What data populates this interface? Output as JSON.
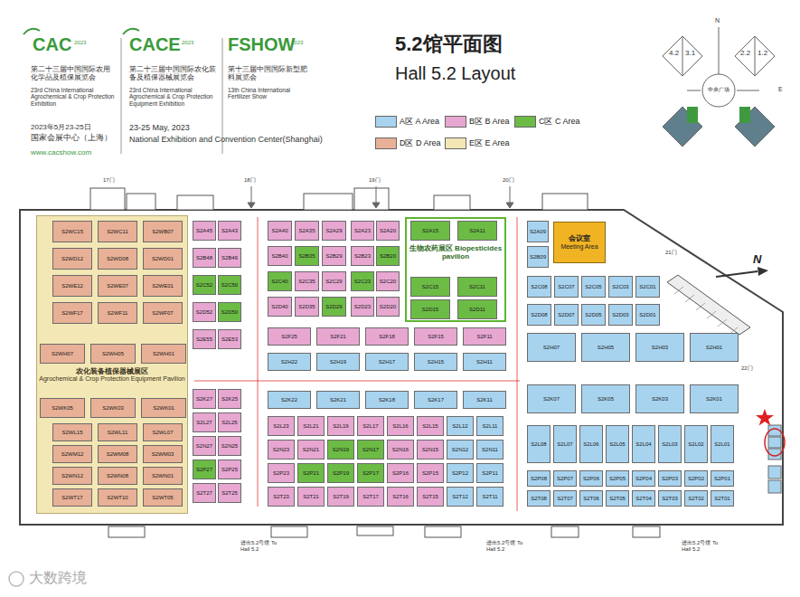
{
  "diagram": {
    "title": "5.2馆平面图",
    "nodes": [
      {
        "text": [
          "农化装备植保器械展区",
          "Agrochemical & Crop Protection Equipment Pavilion"
        ]
      },
      {
        "text": [
          "S2WC15"
        ],
        "in": 0
      },
      {
        "text": [
          "S2WC11"
        ],
        "in": 0
      },
      {
        "text": [
          "S2WB07"
        ],
        "in": 0
      },
      {
        "text": [
          "S2WD12"
        ],
        "in": 0
      },
      {
        "text": [
          "S2WD08"
        ],
        "in": 0
      },
      {
        "text": [
          "S2WD01"
        ],
        "in": 0
      },
      {
        "text": [
          "S2WE12"
        ],
        "in": 0
      },
      {
        "text": [
          "S2WE07"
        ],
        "in": 0
      },
      {
        "text": [
          "S2WE01"
        ],
        "in": 0
      },
      {
        "text": [
          "S2WF17"
        ],
        "in": 0
      },
      {
        "text": [
          "S2WF11"
        ],
        "in": 0
      },
      {
        "text": [
          "S2WF07"
        ],
        "in": 0
      },
      {
        "text": [
          "S2WH07"
        ],
        "in": 0
      },
      {
        "text": [
          "S2WH05"
        ],
        "in": 0
      },
      {
        "text": [
          "S2WH01"
        ],
        "in": 0
      },
      {
        "text": [
          "S2WK05"
        ],
        "in": 0
      },
      {
        "text": [
          "S2WK03"
        ],
        "in": 0
      },
      {
        "text": [
          "S2WK01"
        ],
        "in": 0
      },
      {
        "text": [
          "S2WL15"
        ],
        "in": 0
      },
      {
        "text": [
          "S2WL11"
        ],
        "in": 0
      },
      {
        "text": [
          "S2WL07"
        ],
        "in": 0
      },
      {
        "text": [
          "S2WM12"
        ],
        "in": 0
      },
      {
        "text": [
          "S2WM08"
        ],
        "in": 0
      },
      {
        "text": [
          "S2WM03"
        ],
        "in": 0
      },
      {
        "text": [
          "S2WN12"
        ],
        "in": 0
      },
      {
        "text": [
          "S2WN08"
        ],
        "in": 0
      },
      {
        "text": [
          "S2WN01"
        ],
        "in": 0
      },
      {
        "text": [
          "S2WT17"
        ],
        "in": 0
      },
      {
        "text": [
          "S2WT10"
        ],
        "in": 0
      },
      {
        "text": [
          "S2WT05"
        ],
        "in": 0
      },
      {
        "text": [
          "S2A45"
        ]
      },
      {
        "text": [
          "S2A43"
        ]
      },
      {
        "text": [
          "S2B48"
        ]
      },
      {
        "text": [
          "S2B46"
        ]
      },
      {
        "text": [
          "S2C52"
        ]
      },
      {
        "text": [
          "S2C50"
        ]
      },
      {
        "text": [
          "S2D52"
        ]
      },
      {
        "text": [
          "S2D50"
        ]
      },
      {
        "text": [
          "S2E55"
        ]
      },
      {
        "text": [
          "S2E53"
        ]
      },
      {
        "text": [
          "S2K27"
        ]
      },
      {
        "text": [
          "S2K25"
        ]
      },
      {
        "text": [
          "S2L27"
        ]
      },
      {
        "text": [
          "S2L25"
        ]
      },
      {
        "text": [
          "S2N27"
        ]
      },
      {
        "text": [
          "S2N25"
        ]
      },
      {
        "text": [
          "S2P27"
        ]
      },
      {
        "text": [
          "S2P25"
        ]
      },
      {
        "text": [
          "S2T27"
        ]
      },
      {
        "text": [
          "S2T25"
        ]
      },
      {
        "text": [
          "S2A40"
        ]
      },
      {
        "text": [
          "S2A35"
        ]
      },
      {
        "text": [
          "S2A29"
        ]
      },
      {
        "text": [
          "S2B40"
        ]
      },
      {
        "text": [
          "S2B35"
        ]
      },
      {
        "text": [
          "S2B29"
        ]
      },
      {
        "text": [
          "S2C40"
        ]
      },
      {
        "text": [
          "S2C35"
        ]
      },
      {
        "text": [
          "S2C29"
        ]
      },
      {
        "text": [
          "S2D40"
        ]
      },
      {
        "text": [
          "S2D35"
        ]
      },
      {
        "text": [
          "S2D29"
        ]
      },
      {
        "text": [
          "S2A23"
        ]
      },
      {
        "text": [
          "S2A20"
        ]
      },
      {
        "text": [
          "S2B23"
        ]
      },
      {
        "text": [
          "S2B20"
        ]
      },
      {
        "text": [
          "S2C23"
        ]
      },
      {
        "text": [
          "S2C20"
        ]
      },
      {
        "text": [
          "S2D23"
        ]
      },
      {
        "text": [
          "S2D20"
        ]
      },
      {
        "text": [
          "生物农药展区 Biopesticides pavilion"
        ]
      },
      {
        "text": [
          "S2A15"
        ],
        "in": 71
      },
      {
        "text": [
          "S2A11"
        ],
        "in": 71
      },
      {
        "text": [
          "S2C15"
        ],
        "in": 71
      },
      {
        "text": [
          "S2C11"
        ],
        "in": 71
      },
      {
        "text": [
          "S2D15"
        ],
        "in": 71
      },
      {
        "text": [
          "S2D11"
        ],
        "in": 71
      },
      {
        "text": [
          "S2F25"
        ]
      },
      {
        "text": [
          "S2F21"
        ]
      },
      {
        "text": [
          "S2F18"
        ]
      },
      {
        "text": [
          "S2F15"
        ]
      },
      {
        "text": [
          "S2F11"
        ]
      },
      {
        "text": [
          "S2H22"
        ]
      },
      {
        "text": [
          "S2H19"
        ]
      },
      {
        "text": [
          "S2H17"
        ]
      },
      {
        "text": [
          "S2H15"
        ]
      },
      {
        "text": [
          "S2H11"
        ]
      },
      {
        "text": [
          "S2K22"
        ]
      },
      {
        "text": [
          "S2K21"
        ]
      },
      {
        "text": [
          "S2K18"
        ]
      },
      {
        "text": [
          "S2K17"
        ]
      },
      {
        "text": [
          "S2K11"
        ]
      },
      {
        "text": [
          "S2L23"
        ]
      },
      {
        "text": [
          "S2L21"
        ]
      },
      {
        "text": [
          "S2L19"
        ]
      },
      {
        "text": [
          "S2L17"
        ]
      },
      {
        "text": [
          "S2L16"
        ]
      },
      {
        "text": [
          "S2L15"
        ]
      },
      {
        "text": [
          "S2L12"
        ]
      },
      {
        "text": [
          "S2L11"
        ]
      },
      {
        "text": [
          "S2N23"
        ]
      },
      {
        "text": [
          "S2N21"
        ]
      },
      {
        "text": [
          "S2N19"
        ]
      },
      {
        "text": [
          "S2N17"
        ]
      },
      {
        "text": [
          "S2N16"
        ]
      },
      {
        "text": [
          "S2N15"
        ]
      },
      {
        "text": [
          "S2N12"
        ]
      },
      {
        "text": [
          "S2N11"
        ]
      },
      {
        "text": [
          "S2P23"
        ]
      },
      {
        "text": [
          "S2P21"
        ]
      },
      {
        "text": [
          "S2P19"
        ]
      },
      {
        "text": [
          "S2P17"
        ]
      },
      {
        "text": [
          "S2P16"
        ]
      },
      {
        "text": [
          "S2P15"
        ]
      },
      {
        "text": [
          "S2P12"
        ]
      },
      {
        "text": [
          "S2P11"
        ]
      },
      {
        "text": [
          "S2T23"
        ]
      },
      {
        "text": [
          "S2T21"
        ]
      },
      {
        "text": [
          "S2T19"
        ]
      },
      {
        "text": [
          "S2T17"
        ]
      },
      {
        "text": [
          "S2T16"
        ]
      },
      {
        "text": [
          "S2T15"
        ]
      },
      {
        "text": [
          "S2T12"
        ]
      },
      {
        "text": [
          "S2T11"
        ]
      },
      {
        "text": [
          "会议室",
          "Meeting Area"
        ]
      },
      {
        "text": [
          "S2A09"
        ]
      },
      {
        "text": [
          "S2B09"
        ]
      },
      {
        "text": [
          "S2C08"
        ]
      },
      {
        "text": [
          "S2C07"
        ]
      },
      {
        "text": [
          "S2C05"
        ]
      },
      {
        "text": [
          "S2C03"
        ]
      },
      {
        "text": [
          "S2C01"
        ]
      },
      {
        "text": [
          "S2D08"
        ]
      },
      {
        "text": [
          "S2D07"
        ]
      },
      {
        "text": [
          "S2D05"
        ]
      },
      {
        "text": [
          "S2D03"
        ]
      },
      {
        "text": [
          "S2D01"
        ]
      },
      {
        "text": [
          "S2H07"
        ]
      },
      {
        "text": [
          "S2H05"
        ]
      },
      {
        "text": [
          "S2H03"
        ]
      },
      {
        "text": [
          "S2H01"
        ]
      },
      {
        "text": [
          "S2K07"
        ]
      },
      {
        "text": [
          "S2K05"
        ]
      },
      {
        "text": [
          "S2K03"
        ]
      },
      {
        "text": [
          "S2K01"
        ]
      },
      {
        "text": [
          "S2L08"
        ]
      },
      {
        "text": [
          "S2L07"
        ]
      },
      {
        "text": [
          "S2L06"
        ]
      },
      {
        "text": [
          "S2L05"
        ]
      },
      {
        "text": [
          "S2L04"
        ]
      },
      {
        "text": [
          "S2L03"
        ]
      },
      {
        "text": [
          "S2L02"
        ]
      },
      {
        "text": [
          "S2L01"
        ]
      },
      {
        "text": [
          "S2P08"
        ]
      },
      {
        "text": [
          "S2P07"
        ]
      },
      {
        "text": [
          "S2P06"
        ]
      },
      {
        "text": [
          "S2P05"
        ]
      },
      {
        "text": [
          "S2P04"
        ]
      },
      {
        "text": [
          "S2P03"
        ]
      },
      {
        "text": [
          "S2P02"
        ]
      },
      {
        "text": [
          "S2P01"
        ]
      },
      {
        "text": [
          "S2T08"
        ]
      },
      {
        "text": [
          "S2T07"
        ]
      },
      {
        "text": [
          "S2T06"
        ]
      },
      {
        "text": [
          "S2T05"
        ]
      },
      {
        "text": [
          "S2T04"
        ]
      },
      {
        "text": [
          "S2T03"
        ]
      },
      {
        "text": [
          "S2T02"
        ]
      },
      {
        "text": [
          "S2T01"
        ]
      }
    ],
    "labels": [
      "CAC",
      "2023",
      "第二十三届中国国际农用化学品及植保展览会",
      "23rd China International Agrochemical & Crop Protection Exhibition",
      "CACE",
      "2023",
      "第二十三届中国国际农化装备及植保器械展览会",
      "23rd China International Agrochemical & Crop Protection Equipment Exhibition",
      "FSHOW",
      "2023",
      "第十三届中国国际新型肥料展览会",
      "13th China International Fertilizer Show",
      "2023年5月23-25日",
      "国家会展中心（上海）",
      "www.cacshow.com",
      "23-25 May, 2023",
      "National Exhibition and Convention Center(Shanghai)",
      "Hall 5.2 Layout",
      "N",
      "4.2",
      "3.1",
      "2.2",
      "1.2",
      "E",
      "中央广场",
      "17门",
      "18门",
      "19门",
      "20门",
      "21门",
      "22门",
      "N",
      "进出5.2号馆 To Hall 5.2",
      "进出5.2号馆 To Hall 5.2",
      "进出5.2号馆 To Hall 5.2",
      "大数跨境"
    ],
    "legend": [
      {
        "text": "A区 A Area",
        "color": "#a8d3ef"
      },
      {
        "text": "B区 B Area",
        "color": "#e7a7d1"
      },
      {
        "text": "C区 C Area",
        "color": "#6cbb45"
      },
      {
        "text": "D区 D Area",
        "color": "#e8b096"
      },
      {
        "text": "E区 E Area",
        "color": "#f3e7b5"
      }
    ]
  }
}
